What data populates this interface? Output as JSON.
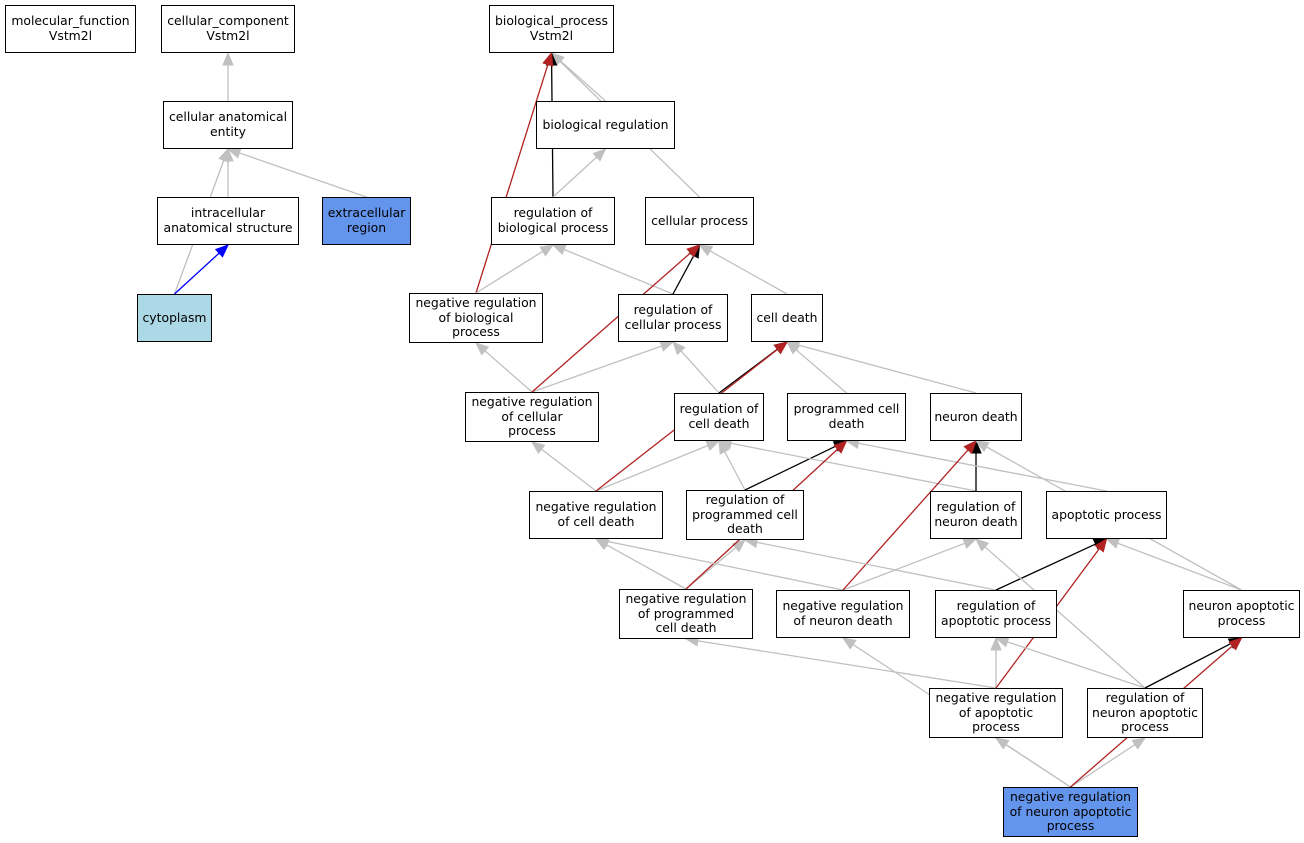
{
  "colors": {
    "grey_edge": "#c0c0c0",
    "black_edge": "#000000",
    "red_edge": "#b22222",
    "blue_edge": "#0000ff",
    "highlight_blue": "#6495ed",
    "light_blue": "#add8e6",
    "node_bg": "#ffffff"
  },
  "nodes": [
    {
      "id": "molecular_function",
      "label": "molecular_function\nVstm2l"
    },
    {
      "id": "cellular_component",
      "label": "cellular_component\nVstm2l"
    },
    {
      "id": "biological_process",
      "label": "biological_process\nVstm2l"
    },
    {
      "id": "cellular_anatomical_entity",
      "label": "cellular anatomical\nentity"
    },
    {
      "id": "biological_regulation",
      "label": "biological regulation"
    },
    {
      "id": "intracellular_anatomical_structure",
      "label": "intracellular\nanatomical structure"
    },
    {
      "id": "extracellular_region",
      "label": "extracellular\nregion",
      "fill": "highlight_blue"
    },
    {
      "id": "regulation_of_biological_process",
      "label": "regulation of\nbiological process"
    },
    {
      "id": "cellular_process",
      "label": "cellular process"
    },
    {
      "id": "cytoplasm",
      "label": "cytoplasm",
      "fill": "light_blue"
    },
    {
      "id": "negative_regulation_of_biological_process",
      "label": "negative regulation\nof biological\nprocess"
    },
    {
      "id": "regulation_of_cellular_process",
      "label": "regulation of\ncellular process"
    },
    {
      "id": "cell_death",
      "label": "cell death"
    },
    {
      "id": "negative_regulation_of_cellular_process",
      "label": "negative regulation\nof cellular\nprocess"
    },
    {
      "id": "regulation_of_cell_death",
      "label": "regulation of\ncell death"
    },
    {
      "id": "programmed_cell_death",
      "label": "programmed cell\ndeath"
    },
    {
      "id": "neuron_death",
      "label": "neuron death"
    },
    {
      "id": "negative_regulation_of_cell_death",
      "label": "negative regulation\nof cell death"
    },
    {
      "id": "regulation_of_programmed_cell_death",
      "label": "regulation of\nprogrammed cell\ndeath"
    },
    {
      "id": "regulation_of_neuron_death",
      "label": "regulation of\nneuron death"
    },
    {
      "id": "apoptotic_process",
      "label": "apoptotic process"
    },
    {
      "id": "negative_regulation_of_programmed_cell_death",
      "label": "negative regulation\nof programmed\ncell death"
    },
    {
      "id": "negative_regulation_of_neuron_death",
      "label": "negative regulation\nof neuron death"
    },
    {
      "id": "regulation_of_apoptotic_process",
      "label": "regulation of\napoptotic process"
    },
    {
      "id": "neuron_apoptotic_process",
      "label": "neuron apoptotic\nprocess"
    },
    {
      "id": "negative_regulation_of_apoptotic_process",
      "label": "negative regulation\nof apoptotic\nprocess"
    },
    {
      "id": "regulation_of_neuron_apoptotic_process",
      "label": "regulation of\nneuron apoptotic\nprocess"
    },
    {
      "id": "negative_regulation_of_neuron_apoptotic_process",
      "label": "negative regulation\nof neuron apoptotic\nprocess",
      "fill": "highlight_blue"
    }
  ],
  "edges": [
    {
      "from": "cellular_anatomical_entity",
      "to": "cellular_component",
      "type": "grey"
    },
    {
      "from": "intracellular_anatomical_structure",
      "to": "cellular_anatomical_entity",
      "type": "grey"
    },
    {
      "from": "extracellular_region",
      "to": "cellular_anatomical_entity",
      "type": "grey"
    },
    {
      "from": "cytoplasm",
      "to": "cellular_anatomical_entity",
      "type": "grey"
    },
    {
      "from": "cytoplasm",
      "to": "intracellular_anatomical_structure",
      "type": "blue"
    },
    {
      "from": "biological_regulation",
      "to": "biological_process",
      "type": "grey"
    },
    {
      "from": "cellular_process",
      "to": "biological_process",
      "type": "grey"
    },
    {
      "from": "regulation_of_biological_process",
      "to": "biological_process",
      "type": "black"
    },
    {
      "from": "regulation_of_biological_process",
      "to": "biological_regulation",
      "type": "grey"
    },
    {
      "from": "negative_regulation_of_biological_process",
      "to": "biological_process",
      "type": "red"
    },
    {
      "from": "negative_regulation_of_biological_process",
      "to": "regulation_of_biological_process",
      "type": "grey"
    },
    {
      "from": "regulation_of_cellular_process",
      "to": "regulation_of_biological_process",
      "type": "grey"
    },
    {
      "from": "regulation_of_cellular_process",
      "to": "cellular_process",
      "type": "black"
    },
    {
      "from": "cell_death",
      "to": "cellular_process",
      "type": "grey"
    },
    {
      "from": "negative_regulation_of_cellular_process",
      "to": "negative_regulation_of_biological_process",
      "type": "grey"
    },
    {
      "from": "negative_regulation_of_cellular_process",
      "to": "regulation_of_cellular_process",
      "type": "grey"
    },
    {
      "from": "negative_regulation_of_cellular_process",
      "to": "cellular_process",
      "type": "red"
    },
    {
      "from": "regulation_of_cell_death",
      "to": "regulation_of_cellular_process",
      "type": "grey"
    },
    {
      "from": "regulation_of_cell_death",
      "to": "cell_death",
      "type": "black"
    },
    {
      "from": "programmed_cell_death",
      "to": "cell_death",
      "type": "grey"
    },
    {
      "from": "neuron_death",
      "to": "cell_death",
      "type": "grey"
    },
    {
      "from": "negative_regulation_of_cell_death",
      "to": "negative_regulation_of_cellular_process",
      "type": "grey"
    },
    {
      "from": "negative_regulation_of_cell_death",
      "to": "regulation_of_cell_death",
      "type": "grey"
    },
    {
      "from": "negative_regulation_of_cell_death",
      "to": "cell_death",
      "type": "red"
    },
    {
      "from": "regulation_of_programmed_cell_death",
      "to": "regulation_of_cell_death",
      "type": "grey"
    },
    {
      "from": "regulation_of_programmed_cell_death",
      "to": "programmed_cell_death",
      "type": "black"
    },
    {
      "from": "regulation_of_neuron_death",
      "to": "regulation_of_cell_death",
      "type": "grey"
    },
    {
      "from": "regulation_of_neuron_death",
      "to": "neuron_death",
      "type": "black"
    },
    {
      "from": "apoptotic_process",
      "to": "programmed_cell_death",
      "type": "grey"
    },
    {
      "from": "negative_regulation_of_programmed_cell_death",
      "to": "negative_regulation_of_cell_death",
      "type": "grey"
    },
    {
      "from": "negative_regulation_of_programmed_cell_death",
      "to": "regulation_of_programmed_cell_death",
      "type": "grey"
    },
    {
      "from": "negative_regulation_of_programmed_cell_death",
      "to": "programmed_cell_death",
      "type": "red"
    },
    {
      "from": "negative_regulation_of_neuron_death",
      "to": "negative_regulation_of_cell_death",
      "type": "grey"
    },
    {
      "from": "negative_regulation_of_neuron_death",
      "to": "regulation_of_neuron_death",
      "type": "grey"
    },
    {
      "from": "negative_regulation_of_neuron_death",
      "to": "neuron_death",
      "type": "red"
    },
    {
      "from": "regulation_of_apoptotic_process",
      "to": "regulation_of_programmed_cell_death",
      "type": "grey"
    },
    {
      "from": "regulation_of_apoptotic_process",
      "to": "apoptotic_process",
      "type": "black"
    },
    {
      "from": "neuron_apoptotic_process",
      "to": "apoptotic_process",
      "type": "grey"
    },
    {
      "from": "neuron_apoptotic_process",
      "to": "neuron_death",
      "type": "grey"
    },
    {
      "from": "negative_regulation_of_apoptotic_process",
      "to": "negative_regulation_of_programmed_cell_death",
      "type": "grey"
    },
    {
      "from": "negative_regulation_of_apoptotic_process",
      "to": "regulation_of_apoptotic_process",
      "type": "grey"
    },
    {
      "from": "negative_regulation_of_apoptotic_process",
      "to": "apoptotic_process",
      "type": "red"
    },
    {
      "from": "regulation_of_neuron_apoptotic_process",
      "to": "regulation_of_apoptotic_process",
      "type": "grey"
    },
    {
      "from": "regulation_of_neuron_apoptotic_process",
      "to": "regulation_of_neuron_death",
      "type": "grey"
    },
    {
      "from": "regulation_of_neuron_apoptotic_process",
      "to": "neuron_apoptotic_process",
      "type": "black"
    },
    {
      "from": "negative_regulation_of_neuron_apoptotic_process",
      "to": "negative_regulation_of_neuron_death",
      "type": "grey"
    },
    {
      "from": "negative_regulation_of_neuron_apoptotic_process",
      "to": "negative_regulation_of_apoptotic_process",
      "type": "grey"
    },
    {
      "from": "negative_regulation_of_neuron_apoptotic_process",
      "to": "regulation_of_neuron_apoptotic_process",
      "type": "grey"
    },
    {
      "from": "negative_regulation_of_neuron_apoptotic_process",
      "to": "neuron_apoptotic_process",
      "type": "red"
    }
  ]
}
